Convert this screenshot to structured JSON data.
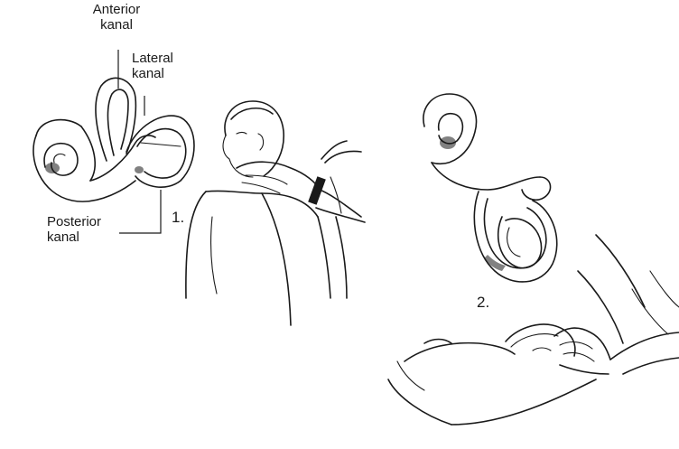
{
  "labels": {
    "anterior_line1": "Anterior",
    "anterior_line2": "kanal",
    "lateral_line1": "Lateral",
    "lateral_line2": "kanal",
    "posterior_line1": "Posterior",
    "posterior_line2": "kanal",
    "step1": "1.",
    "step2": "2."
  },
  "colors": {
    "ink": "#1a1a1a",
    "paper": "#ffffff"
  }
}
